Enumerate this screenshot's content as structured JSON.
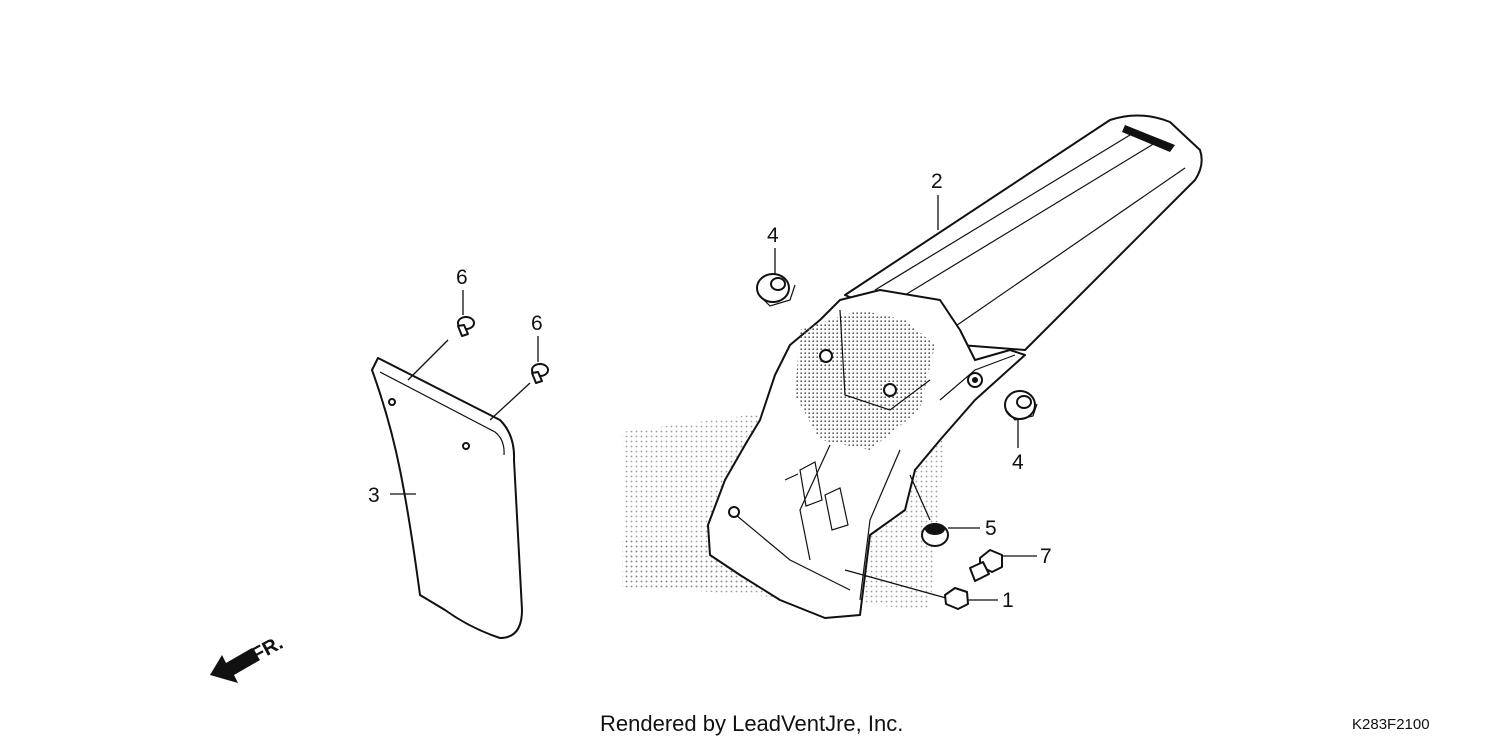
{
  "callouts": [
    {
      "id": "fender-bolt",
      "number": "1"
    },
    {
      "id": "rear-fender",
      "number": "2"
    },
    {
      "id": "side-cover",
      "number": "3"
    },
    {
      "id": "grommet-upper-left",
      "number": "4"
    },
    {
      "id": "grommet-right",
      "number": "4"
    },
    {
      "id": "collar",
      "number": "5"
    },
    {
      "id": "screw-upper",
      "number": "6"
    },
    {
      "id": "screw-lower",
      "number": "6"
    },
    {
      "id": "flange-bolt",
      "number": "7"
    }
  ],
  "direction_label": "FR.",
  "credit": "Rendered by LeadVentJre, Inc.",
  "diagram_code": "K283F2100"
}
